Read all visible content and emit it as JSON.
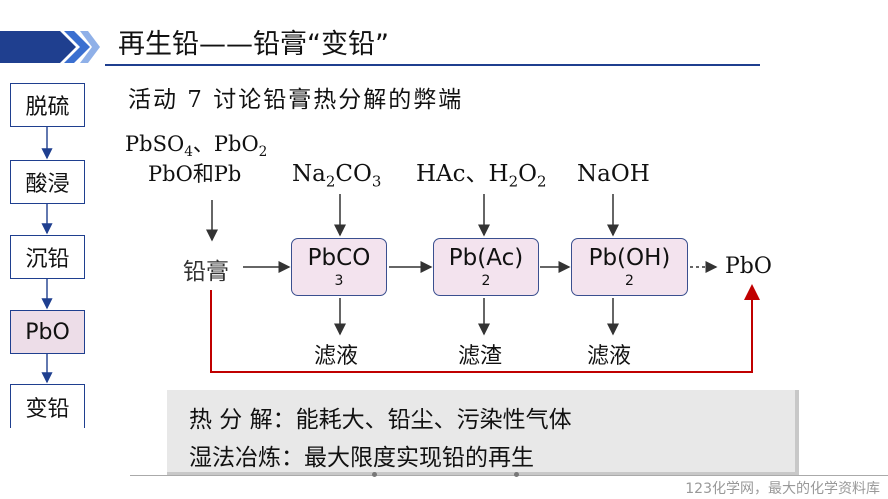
{
  "header": {
    "title": "再生铅——铅膏“变铅”"
  },
  "activity": "活动 7 讨论铅膏热分解的弊端",
  "sidebar": {
    "steps": [
      {
        "label": "脱硫"
      },
      {
        "label": "酸浸"
      },
      {
        "label": "沉铅"
      },
      {
        "label": "PbO"
      },
      {
        "label": "变铅"
      }
    ]
  },
  "diagram": {
    "inputs_left": {
      "line1": "PbSO4、PbO2",
      "line2": "PbO和Pb"
    },
    "source": "铅膏",
    "reagents": [
      "Na2CO3",
      "HAc、H2O2",
      "NaOH"
    ],
    "processes": [
      {
        "main": "PbCO",
        "sub": "3"
      },
      {
        "main": "Pb(Ac)",
        "sub": "2"
      },
      {
        "main": "Pb(OH)",
        "sub": "2"
      }
    ],
    "filtrates": [
      "滤液",
      "滤渣",
      "滤液"
    ],
    "product": "PbO"
  },
  "conclusion": {
    "line1": "热 分 解：能耗大、铅尘、污染性气体",
    "line2": "湿法冶炼：最大限度实现铅的再生"
  },
  "footer": {
    "watermark": "123化学网，最大的化学资料库"
  },
  "colors": {
    "accent": "#1f3f8f",
    "active_fill": "#eddde8",
    "process_fill": "#f3e3ee",
    "loop_line": "#c00000"
  }
}
